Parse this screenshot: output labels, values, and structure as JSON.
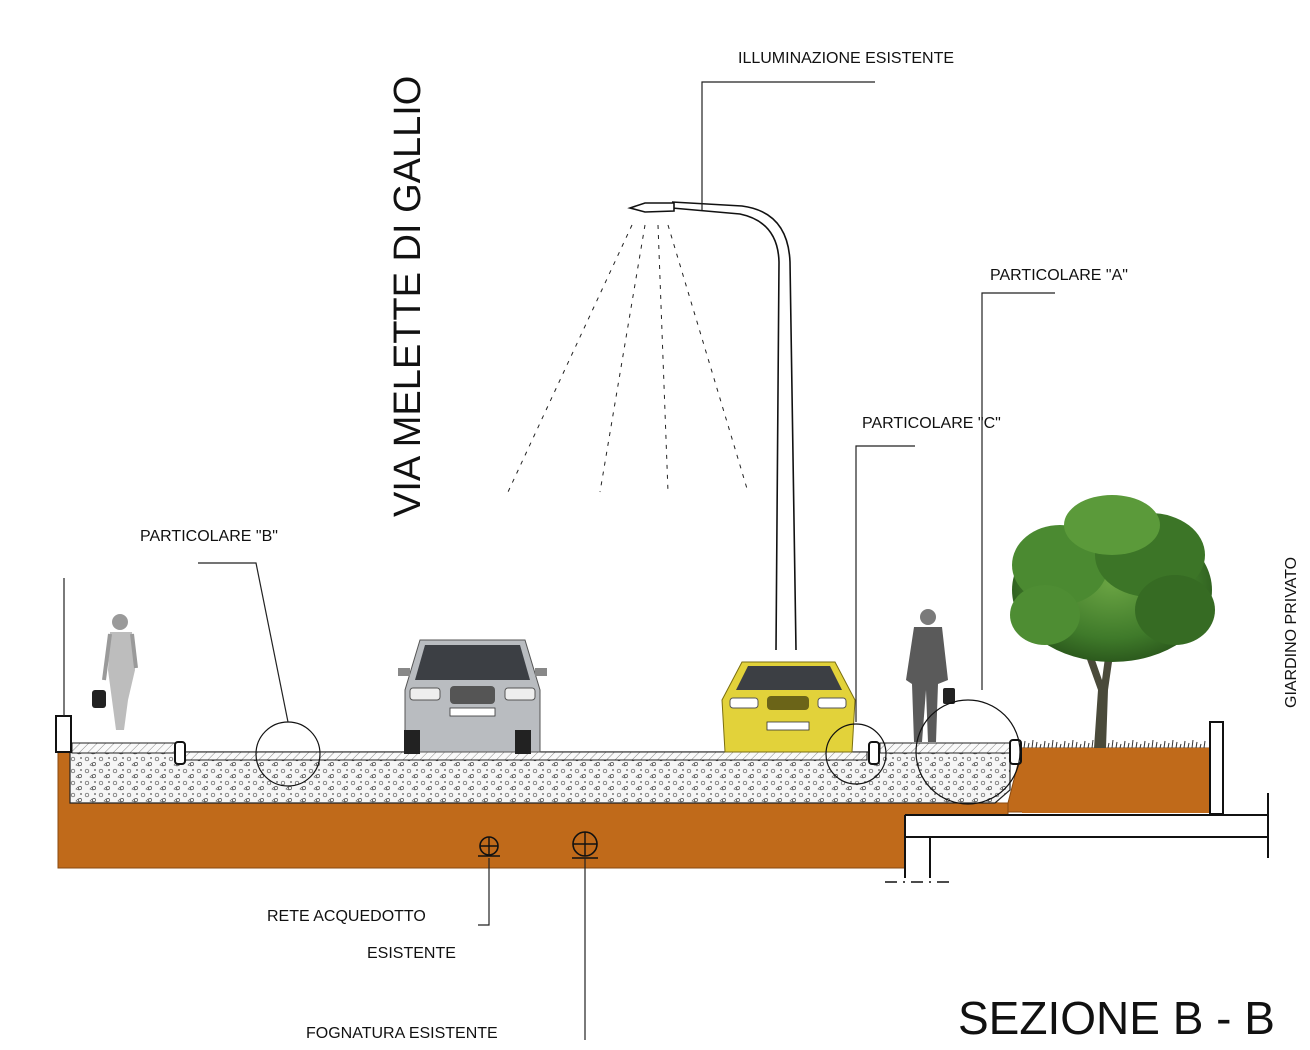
{
  "title": "SEZIONE B - B",
  "street_name": "VIA MELETTE DI GALLIO",
  "side_label": "GIARDINO PRIVATO",
  "labels": {
    "lighting": "ILLUMINAZIONE ESISTENTE",
    "detail_a": "PARTICOLARE \"A\"",
    "detail_b": "PARTICOLARE \"B\"",
    "detail_c": "PARTICOLARE \"C\"",
    "water_line_1": "RETE ACQUEDOTTO",
    "water_line_2": "ESISTENTE",
    "sewer": "FOGNATURA ESISTENTE"
  },
  "colors": {
    "soil": "#c06a1a",
    "gravel_bg": "#f4f4f4",
    "line": "#222222",
    "tree_green": "#3f7a2a",
    "car_silver": "#b9bcc0",
    "car_yellow": "#e2d23a"
  }
}
